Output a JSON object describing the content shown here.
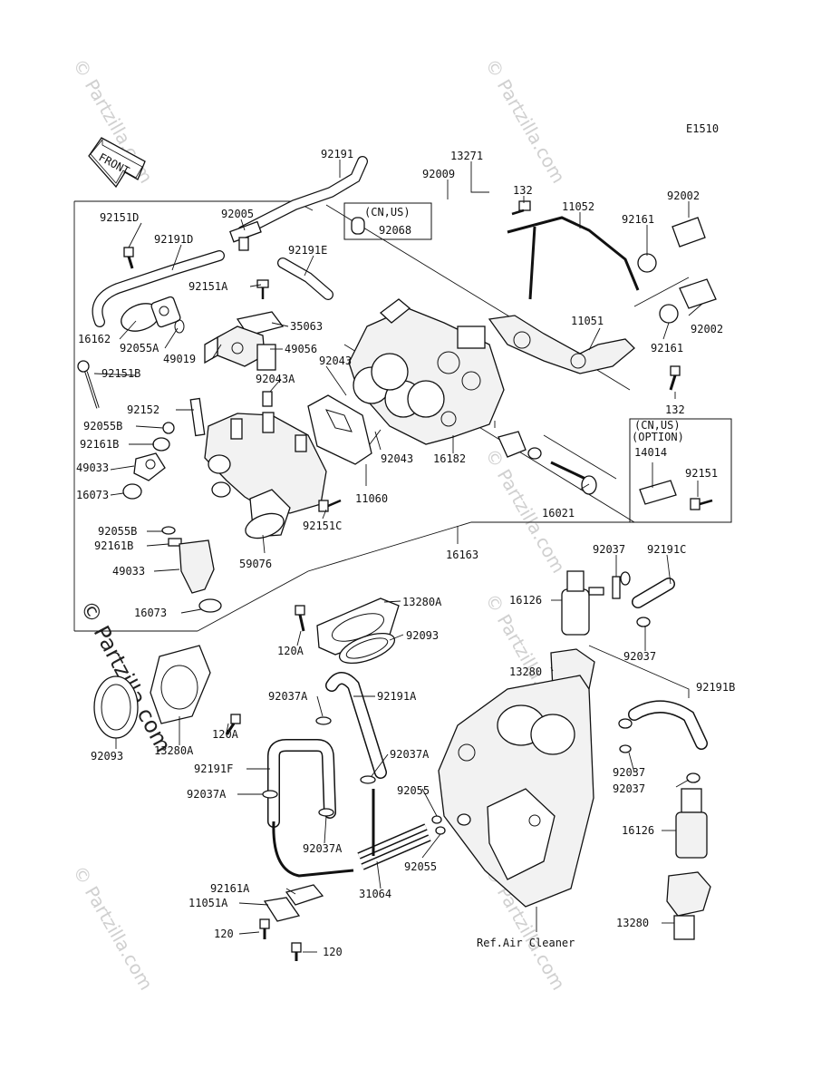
{
  "diagram_code": "E1510",
  "front_label": "FRONT",
  "option_box": {
    "line1": "(CN,US)",
    "line2": "(OPTION)"
  },
  "cnus_box": {
    "line1": "(CN,US)"
  },
  "watermark": "© Partzilla.com",
  "reference": "Ref.Air Cleaner",
  "parts": {
    "p92191": "92191",
    "p13271": "13271",
    "p92009": "92009",
    "p132a": "132",
    "p11052": "11052",
    "p92002a": "92002",
    "p92161a": "92161",
    "p92068": "92068",
    "p92151d": "92151D",
    "p92005": "92005",
    "p92191d": "92191D",
    "p92191e": "92191E",
    "p92151a": "92151A",
    "p35063": "35063",
    "p16162": "16162",
    "p92055a": "92055A",
    "p49019": "49019",
    "p49056": "49056",
    "p92151b": "92151B",
    "p92043a": "92043A",
    "p92043": "92043",
    "p92152": "92152",
    "p92055b": "92055B",
    "p92161b": "92161B",
    "p49033": "49033",
    "p16073": "16073",
    "p92055b2": "92055B",
    "p92161b2": "92161B",
    "p49033b": "49033",
    "p16073b": "16073",
    "p59076": "59076",
    "p92151c": "92151C",
    "p11060": "11060",
    "p92043b": "92043",
    "p16182": "16182",
    "p16021": "16021",
    "p11051": "11051",
    "p92002b": "92002",
    "p92161b3": "92161",
    "p132b": "132",
    "p14014": "14014",
    "p92151": "92151",
    "p16163": "16163",
    "p13280a": "13280A",
    "p92093": "92093",
    "p120a": "120A",
    "p92037": "92037",
    "p92191c": "92191C",
    "p16126": "16126",
    "p92037b": "92037",
    "p13280": "13280",
    "p92191b": "92191B",
    "p92093b": "92093",
    "p13280a2": "13280A",
    "p120a2": "120A",
    "p92037a": "92037A",
    "p92191a": "92191A",
    "p92191f": "92191F",
    "p92037a2": "92037A",
    "p92037a3": "92037A",
    "p92037a4": "92037A",
    "p92055": "92055",
    "p92055b3": "92055",
    "p31064": "31064",
    "p92161aa": "92161A",
    "p11051a": "11051A",
    "p120": "120",
    "p120b": "120",
    "p92037c": "92037",
    "p92037d": "92037",
    "p16126b": "16126",
    "p13280b": "13280"
  }
}
